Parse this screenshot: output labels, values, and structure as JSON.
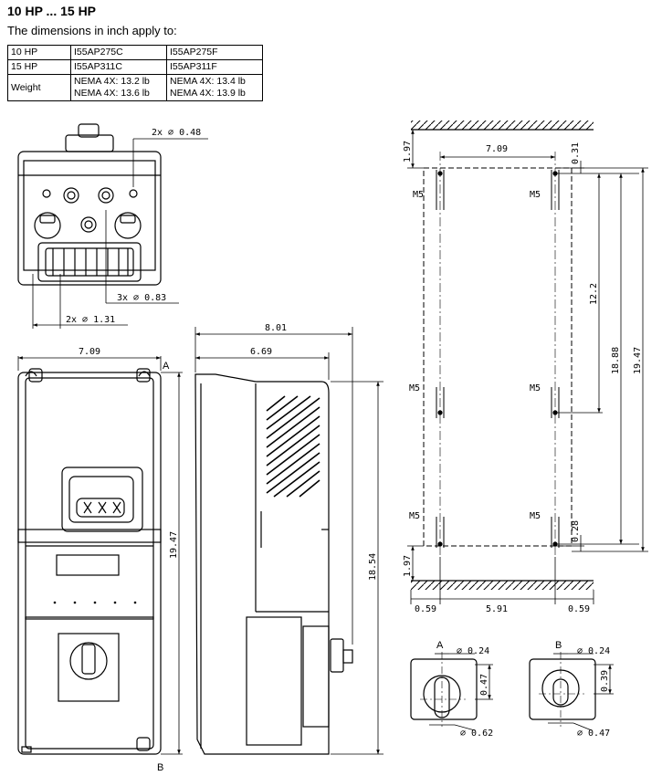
{
  "header": {
    "title": "10 HP ... 15 HP",
    "subtitle": "The dimensions in inch apply to:"
  },
  "spec_table": {
    "rows": [
      {
        "label": "10 HP",
        "col1": [
          "I55AP275C"
        ],
        "col2": [
          "I55AP275F"
        ]
      },
      {
        "label": "15 HP",
        "col1": [
          "I55AP311C"
        ],
        "col2": [
          "I55AP311F"
        ]
      },
      {
        "label": "Weight",
        "col1": [
          "NEMA 4X: 13.2 lb",
          "NEMA 4X: 13.6 lb"
        ],
        "col2": [
          "NEMA 4X: 13.4 lb",
          "NEMA 4X: 13.9 lb"
        ]
      }
    ]
  },
  "dimensions": {
    "top_holes_small": "2x ∅ 0.48",
    "bottom_holes_mid": "3x ∅ 0.83",
    "bottom_holes_big": "2x ∅ 1.31",
    "front_width": "7.09",
    "front_height": "19.47",
    "side_depth_total": "8.01",
    "side_depth_body": "6.69",
    "side_height": "18.54",
    "mount_top_clear": "1.97",
    "mount_hole_spacing": "7.09",
    "mount_top_offset": "0.31",
    "mount_vert_12": "12.2",
    "mount_vert_1888": "18.88",
    "mount_vert_1947": "19.47",
    "mount_bottom_offset": "0.28",
    "mount_bottom_clear": "1.97",
    "mount_left_margin": "0.59",
    "mount_center": "5.91",
    "mount_right_margin": "0.59",
    "screw": "M5",
    "detail_a_hole": "∅ 0.24",
    "detail_a_height": "0.47",
    "detail_a_outer": "∅ 0.62",
    "detail_b_hole": "∅ 0.24",
    "detail_b_height": "0.39",
    "detail_b_outer": "∅ 0.47"
  },
  "markers": {
    "a": "A",
    "b": "B"
  }
}
